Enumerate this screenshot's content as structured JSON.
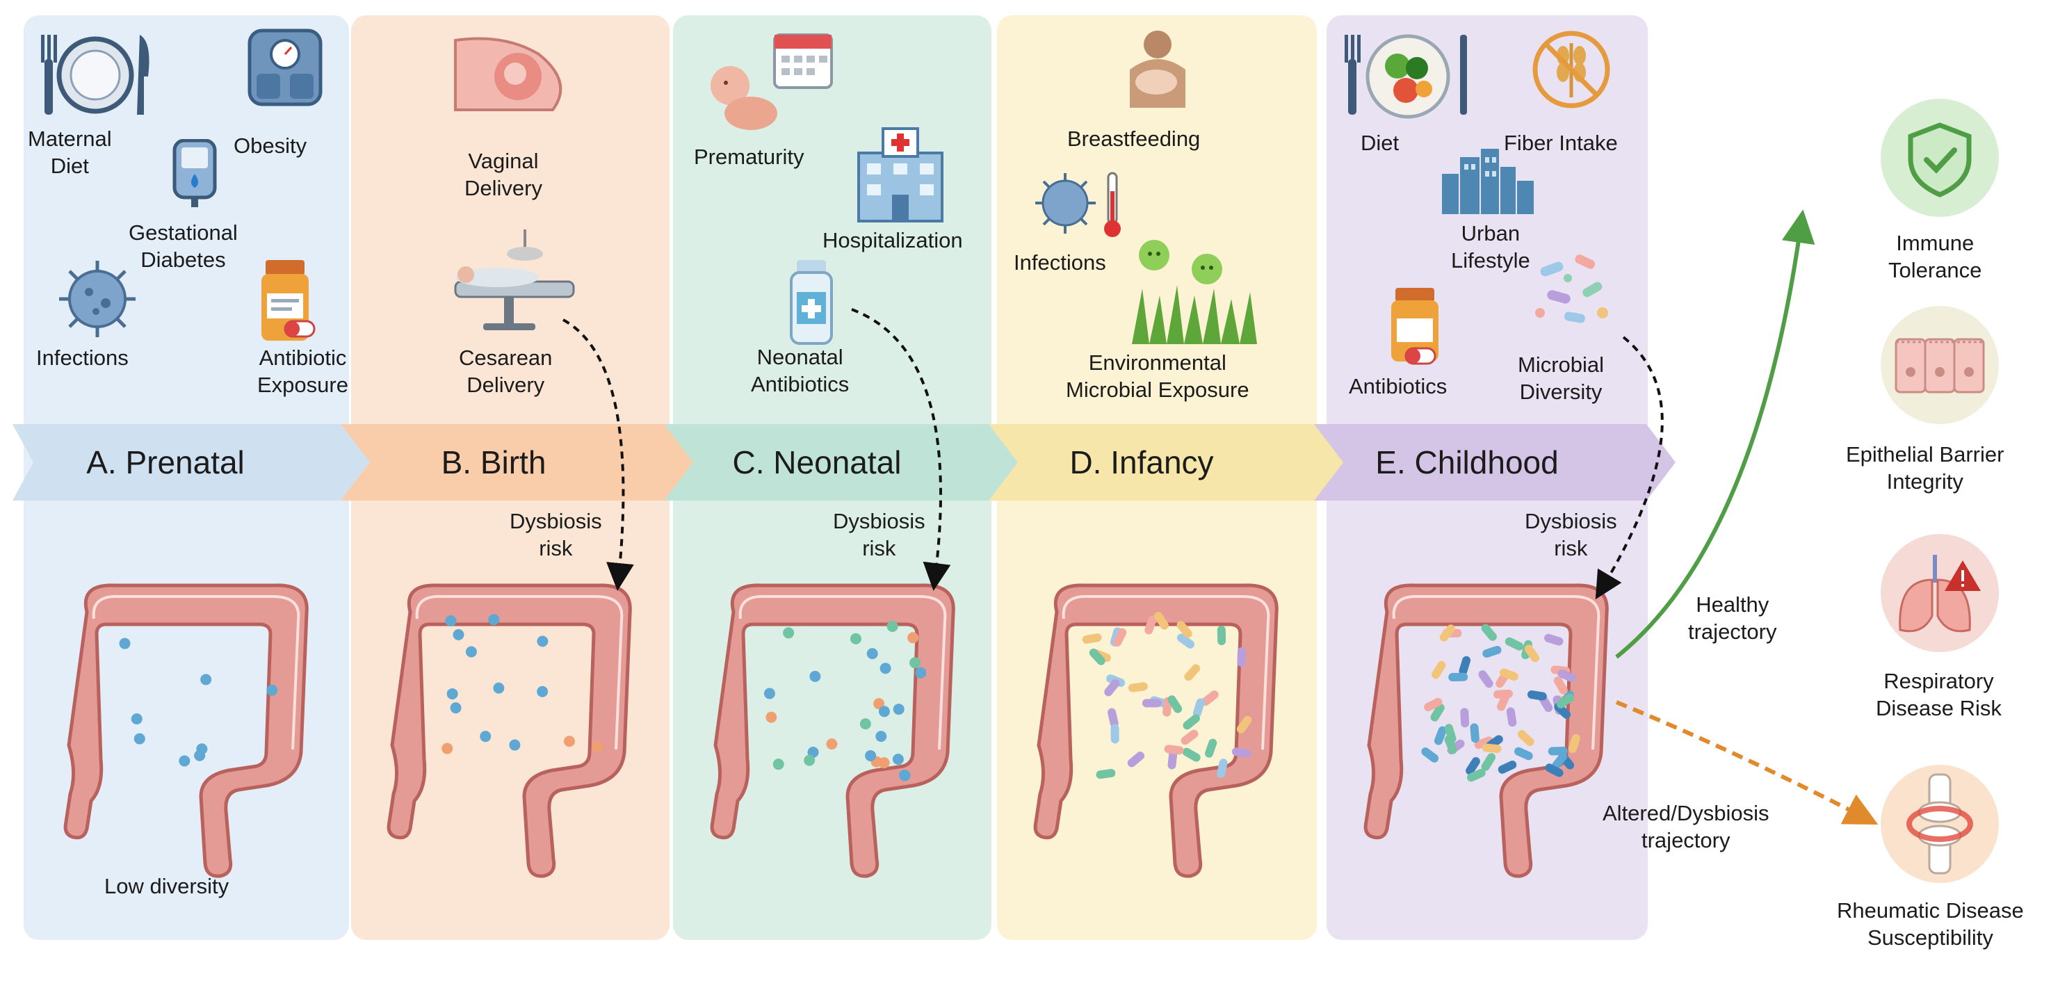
{
  "stages": [
    {
      "id": "a",
      "label": "A. Prenatal",
      "color": "#cfe0f1"
    },
    {
      "id": "b",
      "label": "B. Birth",
      "color": "#f9cdaa"
    },
    {
      "id": "c",
      "label": "C. Neonatal",
      "color": "#bfe4d7"
    },
    {
      "id": "d",
      "label": "D. Infancy",
      "color": "#f6e6a9"
    },
    {
      "id": "e",
      "label": "E. Childhood",
      "color": "#d4c5e6"
    }
  ],
  "prenatal": {
    "maternal_diet": "Maternal\nDiet",
    "obesity": "Obesity",
    "gestational_diabetes": "Gestational\nDiabetes",
    "infections": "Infections",
    "antibiotic_exposure": "Antibiotic\nExposure",
    "gut_caption": "Low diversity"
  },
  "birth": {
    "vaginal_delivery": "Vaginal\nDelivery",
    "cesarean_delivery": "Cesarean\nDelivery",
    "dysbiosis_risk": "Dysbiosis\nrisk"
  },
  "neonatal": {
    "prematurity": "Prematurity",
    "hospitalization": "Hospitalization",
    "neonatal_antibiotics": "Neonatal\nAntibiotics",
    "dysbiosis_risk": "Dysbiosis\nrisk"
  },
  "infancy": {
    "breastfeeding": "Breastfeeding",
    "infections": "Infections",
    "environmental_exposure": "Environmental\nMicrobial Exposure"
  },
  "childhood": {
    "diet": "Diet",
    "fiber_intake": "Fiber Intake",
    "urban_lifestyle": "Urban\nLifestyle",
    "antibiotics": "Antibiotics",
    "microbial_diversity": "Microbial\nDiversity",
    "dysbiosis_risk": "Dysbiosis\nrisk"
  },
  "trajectories": {
    "healthy": "Healthy\ntrajectory",
    "altered": "Altered/Dysbiosis\ntrajectory"
  },
  "outcomes": {
    "immune_tolerance": "Immune\nTolerance",
    "epithelial_barrier": "Epithelial Barrier\nIntegrity",
    "respiratory_risk": "Respiratory\nDisease Risk",
    "rheumatic_susceptibility": "Rheumatic Disease\nSusceptibility"
  },
  "colors": {
    "healthy_arrow": "#4f9e45",
    "dysbiosis_arrow": "#e08a2c",
    "gut": "#e59b95",
    "gut_outline": "#b8615d"
  }
}
